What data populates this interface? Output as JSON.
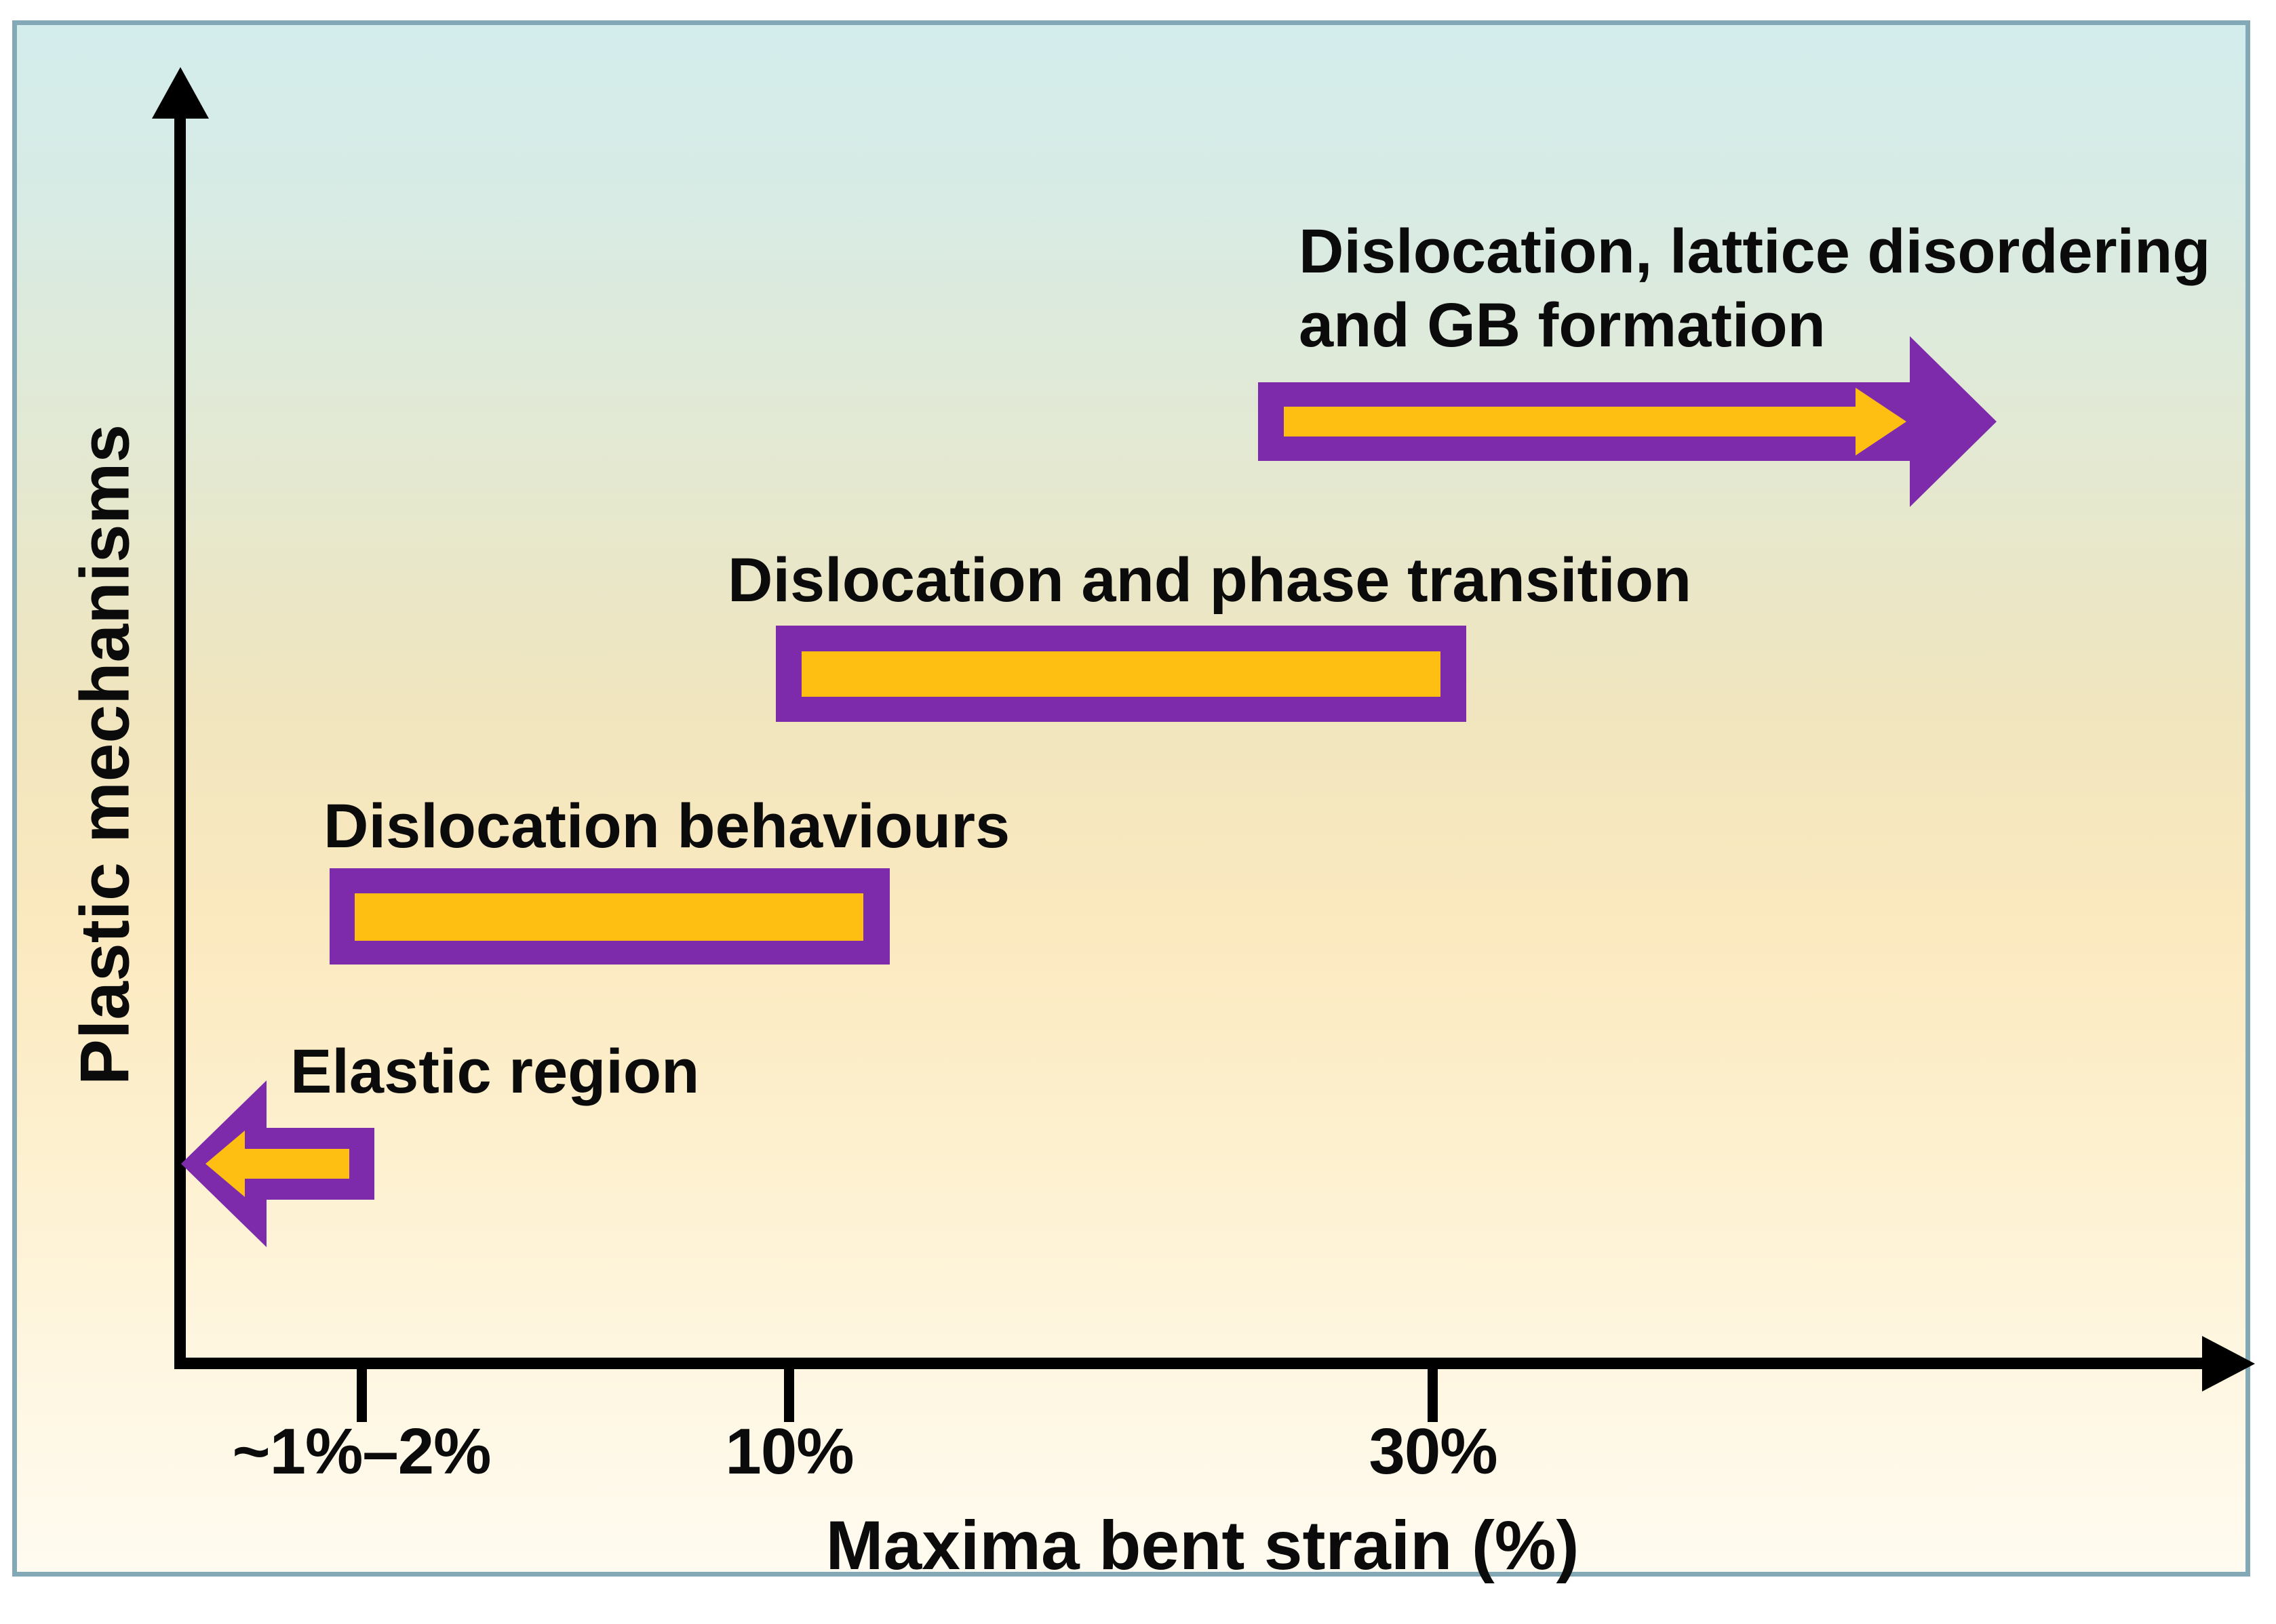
{
  "figure": {
    "axes": {
      "y_title": "Plastic mechanisms",
      "x_title": "Maxima bent strain (%)",
      "x_ticks": [
        "~1%–2%",
        "10%",
        "30%"
      ]
    },
    "bands": [
      {
        "label": "Dislocation, lattice disordering\nand GB formation",
        "shape": "arrow-right"
      },
      {
        "label": "Dislocation and phase transition",
        "shape": "bar"
      },
      {
        "label": "Dislocation behaviours",
        "shape": "bar"
      },
      {
        "label": "Elastic region",
        "shape": "arrow-left"
      }
    ],
    "band_labels": {
      "top_line1": "Dislocation, lattice disordering",
      "top_line2": "and GB formation",
      "middle": "Dislocation and phase transition",
      "lower": "Dislocation behaviours",
      "elastic": "Elastic region"
    },
    "colors": {
      "bar_outer": "#7D2BAB",
      "bar_inner": "#FFBE12",
      "axis": "#000000",
      "frame_border": "#83A9B6",
      "background_top": "#D3ECEC",
      "background_bottom": "#FFFBF0",
      "text": "#0B0B0B"
    }
  },
  "chart_data": {
    "type": "bar",
    "title": "",
    "xlabel": "Maxima bent strain (%)",
    "ylabel": "Plastic mechanisms",
    "xticklabels": [
      "~1%–2%",
      "10%",
      "30%"
    ],
    "xtickvalues": [
      1.5,
      10,
      30
    ],
    "grid": false,
    "legend": "none",
    "orientation": "horizontal",
    "categories": [
      "Elastic region",
      "Dislocation behaviours",
      "Dislocation and phase transition",
      "Dislocation, lattice disordering and GB formation"
    ],
    "bars": [
      {
        "label": "Elastic region",
        "x_start": 0.0,
        "x_end": 1.5,
        "style": "arrow-left",
        "note": "extends leftward / below ~1%–2%"
      },
      {
        "label": "Dislocation behaviours",
        "x_start": 1.5,
        "x_end": 10.0,
        "style": "bar"
      },
      {
        "label": "Dislocation and phase transition",
        "x_start": 10.0,
        "x_end": 30.0,
        "style": "bar"
      },
      {
        "label": "Dislocation, lattice disordering and GB formation",
        "x_start": 25.0,
        "x_end": 45.0,
        "style": "arrow-right",
        "note": "open-ended, extends beyond 30%"
      }
    ]
  }
}
